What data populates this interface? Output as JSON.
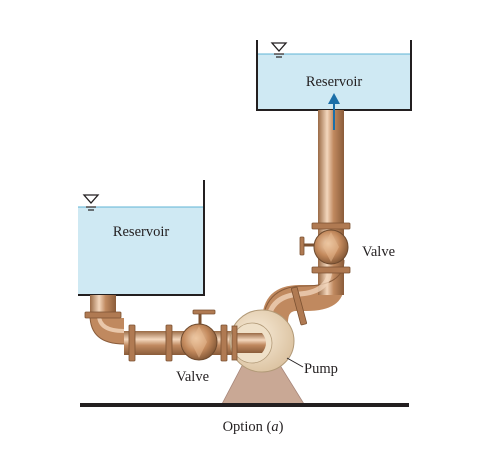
{
  "labels": {
    "upper_reservoir": "Reservoir",
    "lower_reservoir": "Reservoir",
    "upper_valve": "Valve",
    "lower_valve": "Valve",
    "pump": "Pump",
    "caption_prefix": "Option (",
    "caption_option": "a",
    "caption_suffix": ")"
  },
  "icons": {
    "water_surface": "free-surface-triangle-icon",
    "flow_direction": "flow-arrow-icon"
  },
  "colors": {
    "water": "#cfe9f3",
    "water_line": "#5fb4d6",
    "pipe": "#c0895f",
    "pipe_dark": "#9a6a45",
    "pipe_highlight": "#f3d7bd",
    "pump_casing": "#ead7bb",
    "pump_base": "#c9a895",
    "flow_arrow": "#1b6fa8",
    "ground": "#231f20"
  }
}
